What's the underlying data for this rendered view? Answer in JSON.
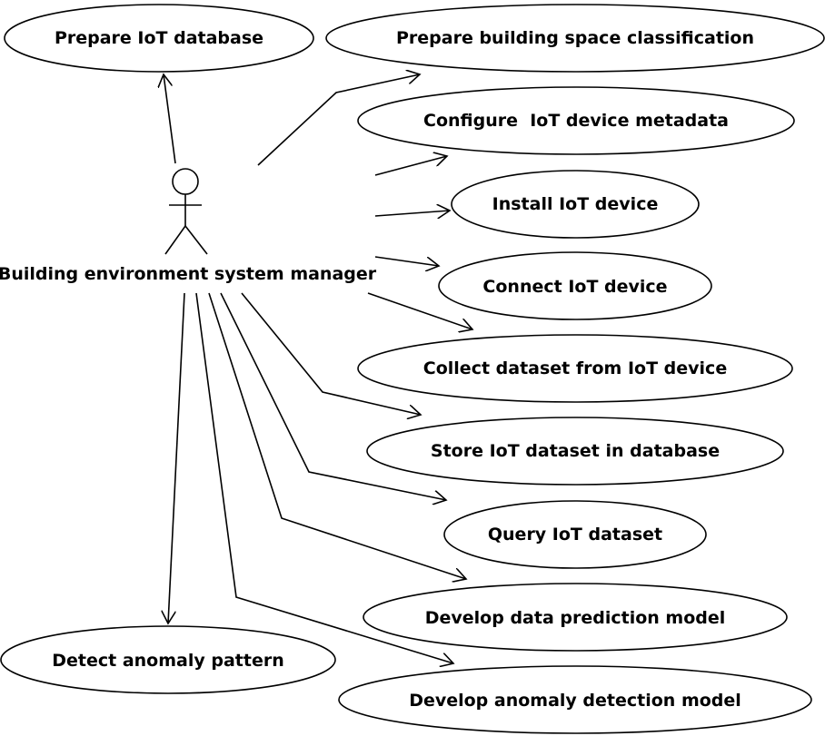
{
  "diagram": {
    "type": "use-case",
    "actor": {
      "name": "Building environment system manager",
      "icon": "stick-figure-actor-icon"
    },
    "use_cases": [
      {
        "id": "uc1",
        "label": "Prepare IoT database"
      },
      {
        "id": "uc2",
        "label": "Prepare building space classification"
      },
      {
        "id": "uc3",
        "label": "Configure  IoT device metadata"
      },
      {
        "id": "uc4",
        "label": "Install IoT device"
      },
      {
        "id": "uc5",
        "label": "Connect IoT device"
      },
      {
        "id": "uc6",
        "label": "Collect dataset from IoT device"
      },
      {
        "id": "uc7",
        "label": "Store IoT dataset in database"
      },
      {
        "id": "uc8",
        "label": "Query IoT dataset"
      },
      {
        "id": "uc9",
        "label": "Develop data prediction model"
      },
      {
        "id": "uc10",
        "label": "Detect anomaly pattern"
      },
      {
        "id": "uc11",
        "label": "Develop anomaly detection model"
      }
    ],
    "colors": {
      "stroke": "#000000",
      "fill": "#ffffff",
      "text": "#000000"
    }
  }
}
